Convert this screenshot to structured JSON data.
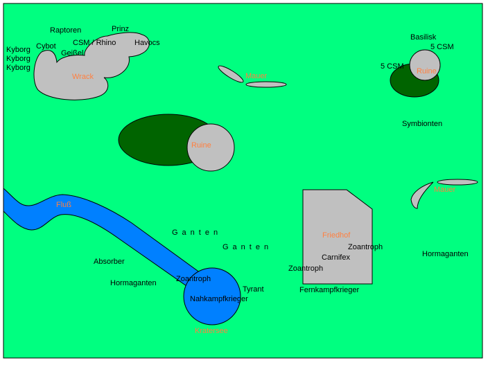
{
  "colors": {
    "field": "#00ff80",
    "border": "#000000",
    "ruin_fill": "#c0c0c0",
    "forest": "#006400",
    "water": "#0080ff",
    "terrain_label": "#ff8040",
    "unit_label": "#000000"
  },
  "terrain": {
    "wreck": "Wrack",
    "ruin_top_right": "Ruine",
    "ruin_center": "Ruine",
    "wall_top": "Mauer",
    "wall_right": "Mauer",
    "river": "Fluß",
    "cemetery": "Friedhof",
    "crater": "Kratersee"
  },
  "units": {
    "raptors": "Raptoren",
    "prince": "Prinz",
    "csm_rhino": "CSM / Rhino",
    "havocs": "Havocs",
    "cybot": "Cybot",
    "scourge": "Geißel",
    "cyborg_1": "Kyborg",
    "cyborg_2": "Kyborg",
    "cyborg_3": "Kyborg",
    "basilisk": "Basilisk",
    "csm_5_a": "5 CSM",
    "csm_5_b": "5 CSM",
    "symbionts": "Symbionten",
    "gaunts_1": "Ganten",
    "gaunts_2": "Ganten",
    "zoanthrope_1": "Zoantroph",
    "carnifex": "Carnifex",
    "zoanthrope_2": "Zoantroph",
    "ranged_warriors": "Fernkampfkrieger",
    "hormagaunts_right": "Hormaganten",
    "absorber": "Absorber",
    "hormagaunts_left": "Hormaganten",
    "zoanthrope_3": "Zoantroph",
    "tyrant": "Tyrant",
    "melee_warriors": "Nahkampfkrieger"
  }
}
